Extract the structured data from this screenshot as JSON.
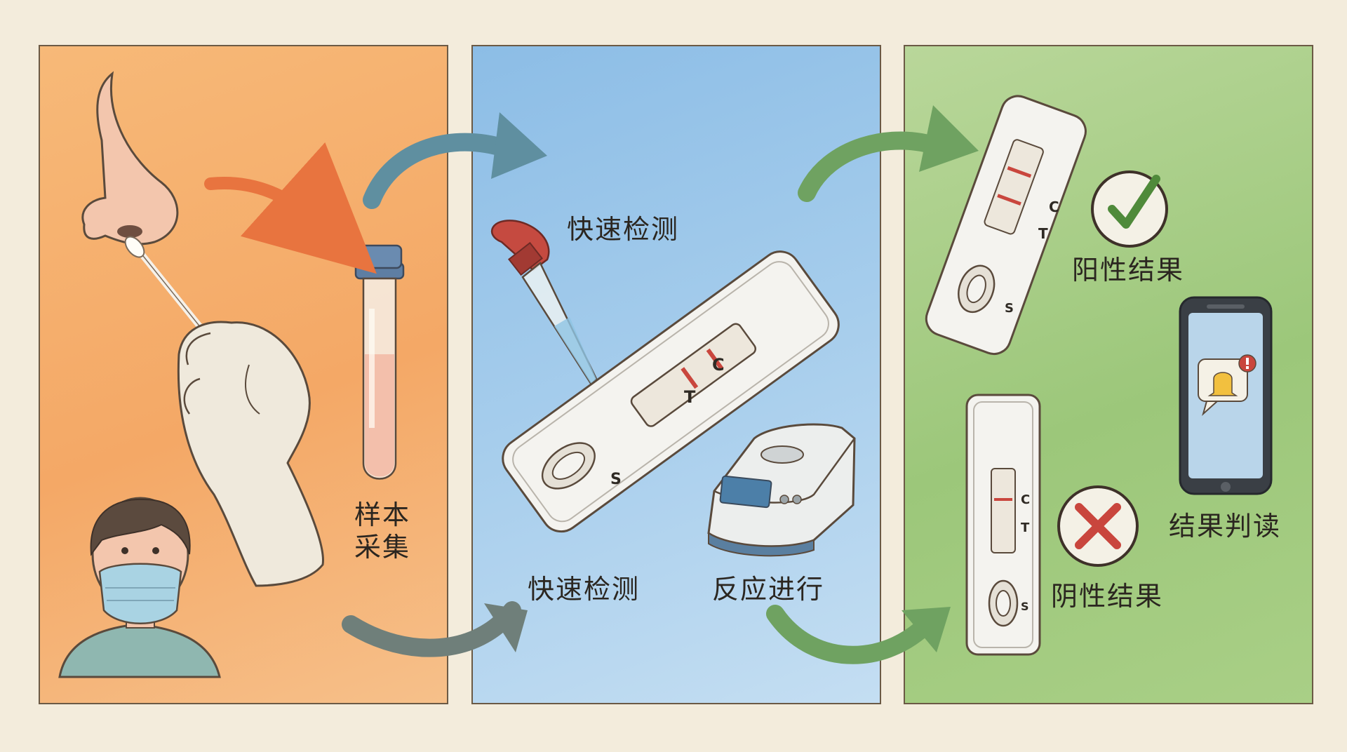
{
  "stages": {
    "collect": {
      "label": "样本采集"
    },
    "test": {
      "label_top": "快速检测",
      "label_bottom": "快速检测",
      "reaction_label": "反应进行"
    },
    "result": {
      "positive_label": "阳性结果",
      "negative_label": "阴性结果",
      "read_label": "结果判读"
    }
  },
  "cassette_marks": {
    "control": "C",
    "test": "T",
    "sample": "S"
  },
  "colors": {
    "collect_panel": "#f4a866",
    "test_panel": "#a6cdec",
    "result_panel": "#9cc77a",
    "positive_check": "#4f8a3a",
    "negative_cross": "#c9463d",
    "test_line": "#c9463d"
  }
}
